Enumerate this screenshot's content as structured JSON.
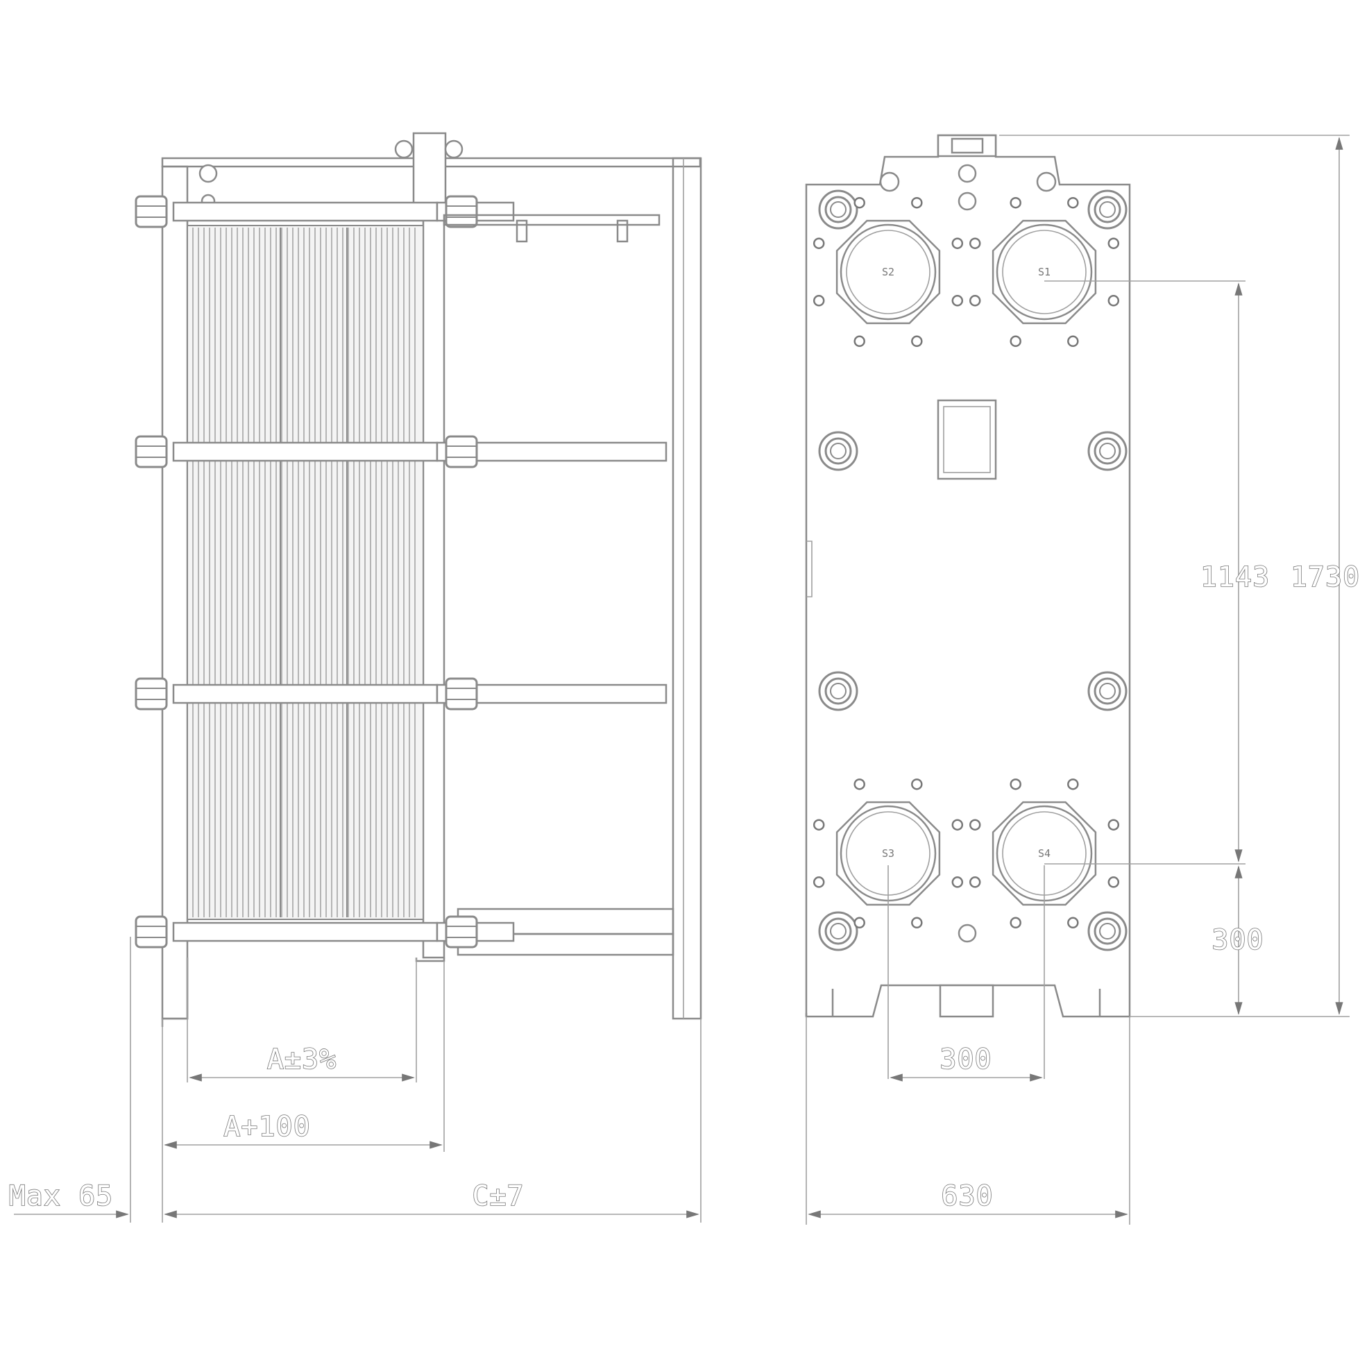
{
  "side_view": {
    "dim_plates": "A±3%",
    "dim_pack": "A+100",
    "dim_total": "C±7",
    "dim_max": "Max 65"
  },
  "front_view": {
    "dim_width": "630",
    "dim_port_spacing": "300",
    "dim_height_total": "1730",
    "dim_port_vertical": "1143",
    "dim_bottom_port": "300",
    "ports": [
      "S2",
      "S1",
      "S3",
      "S4"
    ]
  }
}
